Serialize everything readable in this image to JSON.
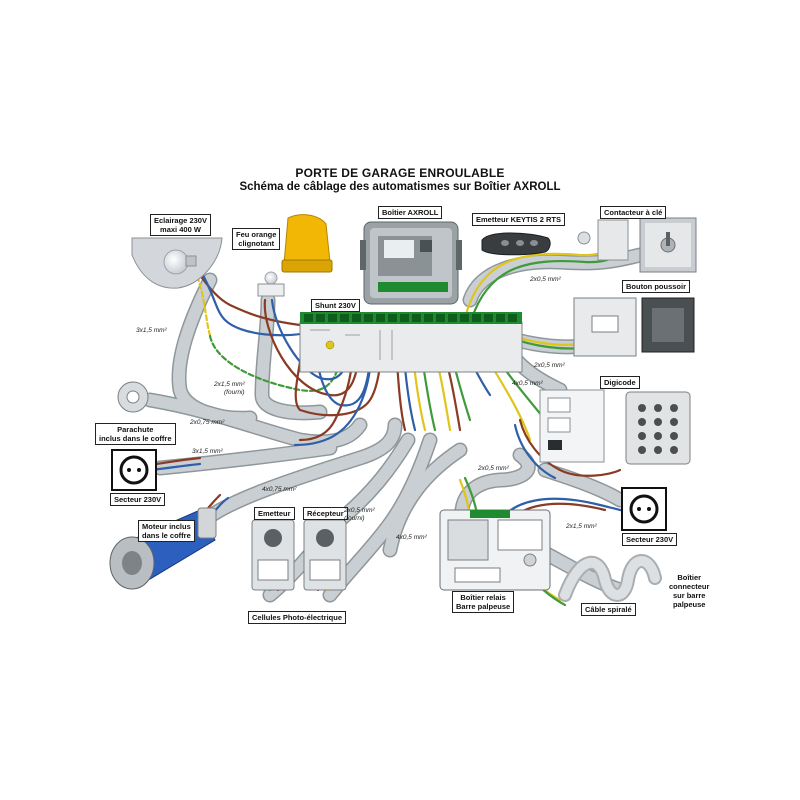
{
  "title": {
    "line1": "PORTE DE GARAGE ENROULABLE",
    "line2": "Schéma de câblage des automatismes sur Boîtier AXROLL"
  },
  "labels": {
    "eclairage": [
      "Eclairage 230V",
      "maxi 400 W"
    ],
    "feu": [
      "Feu orange",
      "clignotant"
    ],
    "boitier": "Boîtier AXROLL",
    "emetteur_keytis": "Emetteur KEYTIS 2 RTS",
    "contacteur": "Contacteur à clé",
    "bouton": "Bouton poussoir",
    "shunt": "Shunt 230V",
    "digicode": "Digicode",
    "parachute": [
      "Parachute",
      "inclus dans le coffre"
    ],
    "secteur_left": "Secteur 230V",
    "secteur_right": "Secteur 230V",
    "moteur": [
      "Moteur inclus",
      "dans le coffre"
    ],
    "emetteur": "Emetteur",
    "recepteur": "Récepteur",
    "cellules": "Cellules Photo-électrique",
    "relais": [
      "Boîtier relais",
      "Barre palpeuse"
    ],
    "cable_spirale": "Câble spiralé",
    "connecteur": [
      "Boîtier",
      "connecteur",
      "sur barre",
      "palpeuse"
    ]
  },
  "wires": {
    "w1": "3x1,5 mm²",
    "w2": [
      "2x1,5 mm²",
      "(fourni)"
    ],
    "w3": "2x0,75 mm²",
    "w4": "3x1,5 mm²",
    "w5": "4x0,75 mm²",
    "w6": [
      "2x0,5 mm²",
      "(fourni)"
    ],
    "w7": "4x0,5 mm²",
    "w8": "2x0,5 mm²",
    "w9": "2x0,5 mm²",
    "w10": "4x0,5 mm²",
    "w11": "2x0,5 mm²",
    "w12": "2x1,5 mm²"
  },
  "colors": {
    "cable_sheath": "#c9cfd2",
    "cable_outline": "#8f979b",
    "wire_brown": "#8a3b24",
    "wire_blue": "#2f5fa8",
    "wire_yellow": "#e0c51a",
    "wire_green": "#3f9a3a",
    "terminal_green": "#1f8a2f",
    "feu_orange": "#f2b705"
  }
}
